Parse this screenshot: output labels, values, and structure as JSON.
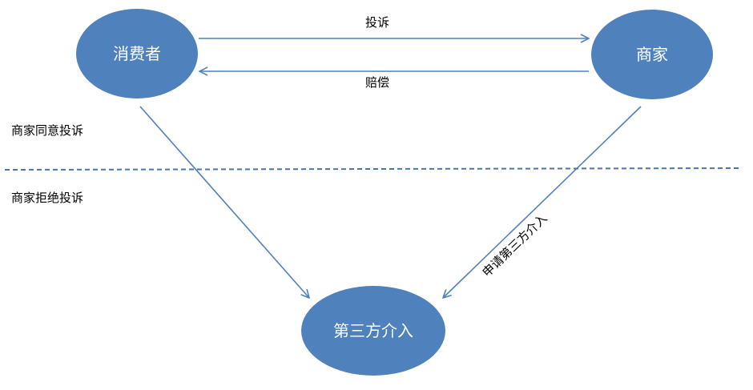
{
  "colors": {
    "node_fill": "#4f81bd",
    "edge_stroke": "#4f81bd",
    "divider_stroke": "#4a76a8",
    "node_text": "#ffffff",
    "label_text": "#000000"
  },
  "nodes": {
    "consumer": "消费者",
    "merchant": "商家",
    "third_party": "第三方介入"
  },
  "edges": {
    "complaint": "投诉",
    "compensation": "赔偿",
    "apply_third_party": "申请第三方介入"
  },
  "regions": {
    "agree": "商家同意投诉",
    "refuse": "商家拒绝投诉"
  }
}
